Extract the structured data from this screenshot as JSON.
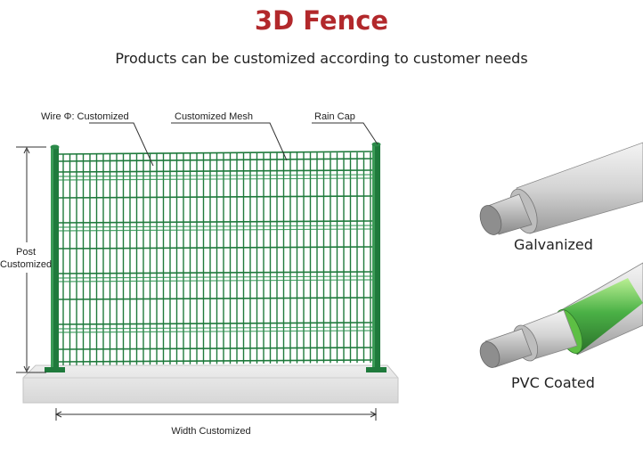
{
  "header": {
    "title": "3D Fence",
    "subtitle": "Products can be customized according to customer needs"
  },
  "callouts": {
    "wire": "Wire Φ: Customized",
    "mesh": "Customized Mesh",
    "rain_cap": "Rain Cap",
    "post_line1": "Post",
    "post_line2": "Customized",
    "width": "Width Customized"
  },
  "samples": {
    "galvanized": "Galvanized",
    "pvc": "PVC Coated"
  },
  "colors": {
    "title": "#b2282b",
    "fence_green": "#1f7a3c",
    "pvc_green": "#3fae3a",
    "steel_gray": "#c9c9c9"
  }
}
